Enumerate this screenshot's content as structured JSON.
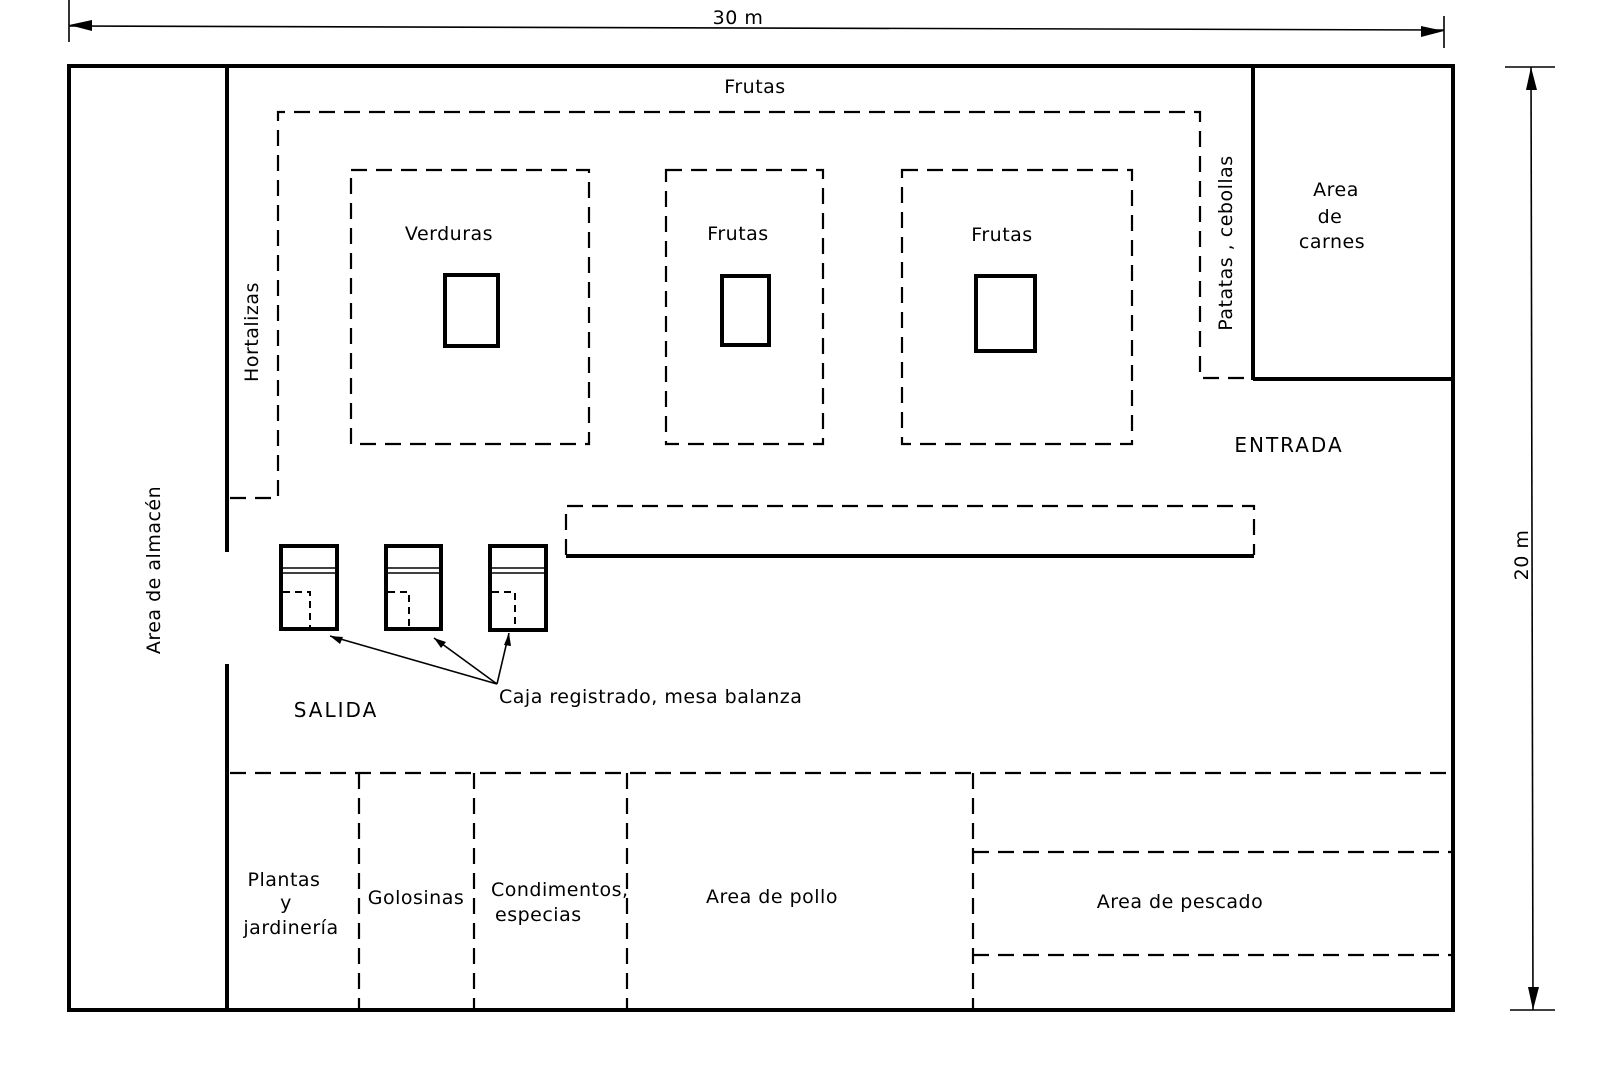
{
  "diagram": {
    "type": "floor-plan",
    "dimensions": {
      "width_label": "30 m",
      "height_label": "20 m"
    },
    "zones": {
      "storage": "Area de almacén",
      "fruits_top": "Frutas",
      "vegetables_side": "Hortalizas",
      "greens_island": "Verduras",
      "fruits_island_1": "Frutas",
      "fruits_island_2": "Frutas",
      "potatoes_onions": "Patatas , cebollas",
      "meat_area": [
        "Area",
        "de",
        "carnes"
      ],
      "entrance": "ENTRADA",
      "exit": "SALIDA",
      "checkout_note": "Caja registrado, mesa balanza",
      "plants": [
        "Plantas",
        "y",
        "jardinería"
      ],
      "candy": "Golosinas",
      "spices": [
        "Condimentos,",
        "especias"
      ],
      "poultry": "Area de pollo",
      "fish": "Area de pescado"
    },
    "checkout_counters": 3
  }
}
